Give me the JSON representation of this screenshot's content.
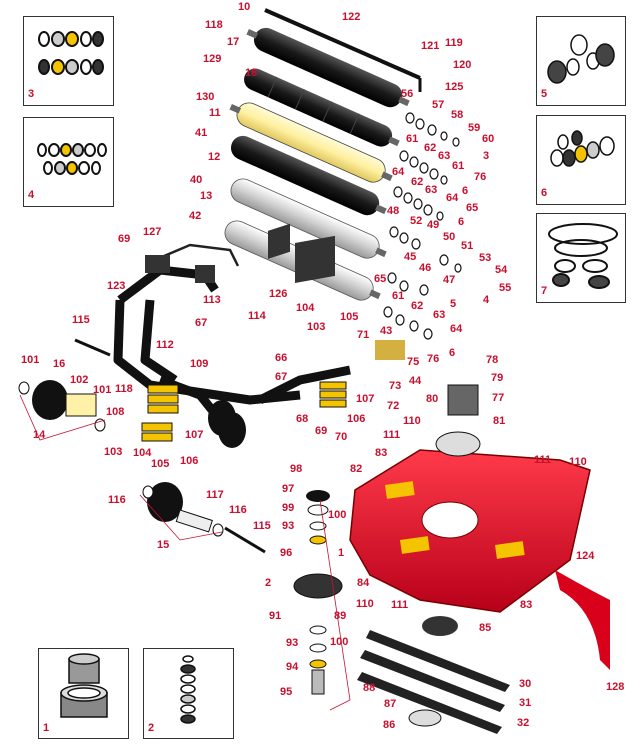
{
  "diagram": {
    "part_labels": [
      "10",
      "122",
      "118",
      "17",
      "121",
      "119",
      "129",
      "18",
      "120",
      "125",
      "130",
      "56",
      "57",
      "58",
      "11",
      "61",
      "62",
      "59",
      "60",
      "3",
      "41",
      "63",
      "12",
      "64",
      "61",
      "62",
      "76",
      "63",
      "6",
      "40",
      "64",
      "65",
      "13",
      "48",
      "6",
      "49",
      "52",
      "42",
      "50",
      "45",
      "51",
      "53",
      "46",
      "54",
      "47",
      "55",
      "4",
      "65",
      "61",
      "5",
      "62",
      "63",
      "64",
      "43",
      "76",
      "6",
      "69",
      "127",
      "123",
      "113",
      "67",
      "115",
      "112",
      "109",
      "101",
      "16",
      "102",
      "101",
      "118",
      "108",
      "107",
      "14",
      "103",
      "104",
      "105",
      "106",
      "114",
      "126",
      "104",
      "103",
      "105",
      "66",
      "67",
      "71",
      "75",
      "73",
      "44",
      "72",
      "107",
      "106",
      "68",
      "69",
      "70",
      "78",
      "79",
      "80",
      "77",
      "81",
      "111",
      "110",
      "111",
      "110",
      "98",
      "82",
      "83",
      "97",
      "99",
      "100",
      "93",
      "1",
      "96",
      "116",
      "117",
      "116",
      "115",
      "15",
      "2",
      "91",
      "93",
      "100",
      "94",
      "95",
      "88",
      "84",
      "89",
      "110",
      "111",
      "85",
      "124",
      "83",
      "30",
      "87",
      "31",
      "86",
      "32",
      "128"
    ],
    "insets": [
      {
        "label": "3"
      },
      {
        "label": "4"
      },
      {
        "label": "5"
      },
      {
        "label": "6"
      },
      {
        "label": "7"
      },
      {
        "label": "1"
      },
      {
        "label": "2"
      }
    ]
  },
  "colors": {
    "label": "#c8102e",
    "deck": "#d9001b",
    "roller_dark": "#222222",
    "roller_light": "#d8d8d8",
    "roller_yellow": "#fff2a8",
    "frame": "#1a1a1a",
    "decal": "#f5c400"
  },
  "icons": [
    "roller-icon",
    "deck-shell-icon",
    "spindle-icon",
    "blade-icon",
    "frame-icon",
    "wheel-icon",
    "bearing-icon",
    "belt-icon"
  ]
}
